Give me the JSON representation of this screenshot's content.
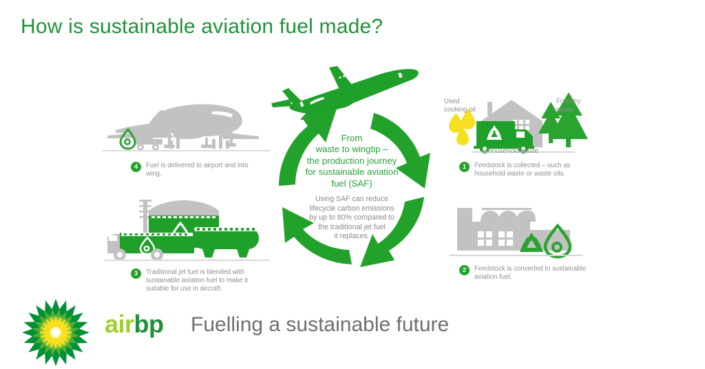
{
  "page": {
    "title": "How is sustainable aviation fuel made?",
    "background": "#ffffff"
  },
  "colors": {
    "brand_green": "#22a22a",
    "title_green": "#1f9138",
    "heading_green": "#27a03a",
    "light_green": "#9fce2f",
    "grey_text": "#8f8f8f",
    "grey_art": "#bdbdbd",
    "yellow": "#f5e020",
    "white": "#ffffff"
  },
  "centre": {
    "heading_lines": [
      "From",
      "waste to wingtip –",
      "the production journey",
      "for sustainable aviation",
      "fuel (SAF)"
    ],
    "heading_text": "From waste to wingtip – the production journey for sustainable aviation fuel (SAF)",
    "subtext": "Using SAF can reduce lifecycle carbon emissions by up to 80% compared to the traditional jet fuel it replaces.",
    "subtext_lines": [
      "Using SAF can reduce",
      "lifecycle carbon emissions",
      "by up to 80% compared to",
      "the traditional jet fuel",
      "it replaces."
    ],
    "reduction_percent": "80%"
  },
  "cycle": {
    "direction": "clockwise",
    "arrow_count": 4,
    "arrow_color": "#22a22a"
  },
  "steps": [
    {
      "number": "1",
      "text": "Feedstock is collected – such as household waste or waste oils.",
      "illustration": "feedstock-collection"
    },
    {
      "number": "2",
      "text": "Feedstock is converted to sustainable aviation fuel.",
      "illustration": "refinery-conversion"
    },
    {
      "number": "3",
      "text": "Traditional jet fuel is blended with sustainable aviation fuel to make it suitable for use in aircraft.",
      "illustration": "fuel-blending-storage"
    },
    {
      "number": "4",
      "text": "Fuel is delivered to airport and into wing.",
      "illustration": "aircraft-refuelling"
    }
  ],
  "feedstock_labels": {
    "cooking_oil": "Used\ncooking oil",
    "cooking_oil_lines": [
      "Used",
      "cooking oil"
    ],
    "forestry": "Forestry\nwaste",
    "forestry_lines": [
      "Forestry",
      "waste"
    ],
    "household": "Household waste"
  },
  "footer": {
    "brand_air": "air",
    "brand_bp": "bp",
    "tagline": "Fuelling a sustainable future",
    "logo": "bp-helios-logo"
  }
}
